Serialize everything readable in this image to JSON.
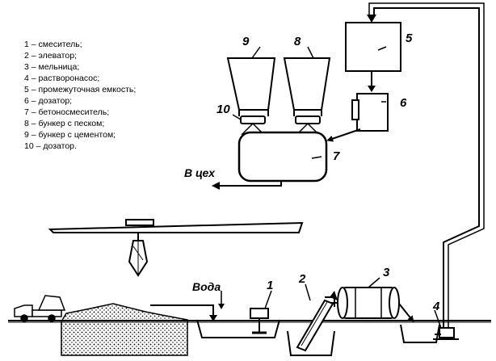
{
  "legend": [
    "1 – смеситель;",
    "2 – элеватор;",
    "3 – мельница;",
    "4 – растворонасос;",
    "5 – промежуточная емкость;",
    "6 – дозатор;",
    "7 – бетоносмеситель;",
    "8 – бункер с песком;",
    "9 – бункер с цементом;",
    "10 – дозатор."
  ],
  "callouts": {
    "n1": "1",
    "n2": "2",
    "n3": "3",
    "n4": "4",
    "n5": "5",
    "n6": "6",
    "n7": "7",
    "n8": "8",
    "n9": "9",
    "n10": "10"
  },
  "labels": {
    "water": "Вода",
    "to_shop": "В цех"
  },
  "colors": {
    "ink": "#000000",
    "background": "#ffffff"
  }
}
